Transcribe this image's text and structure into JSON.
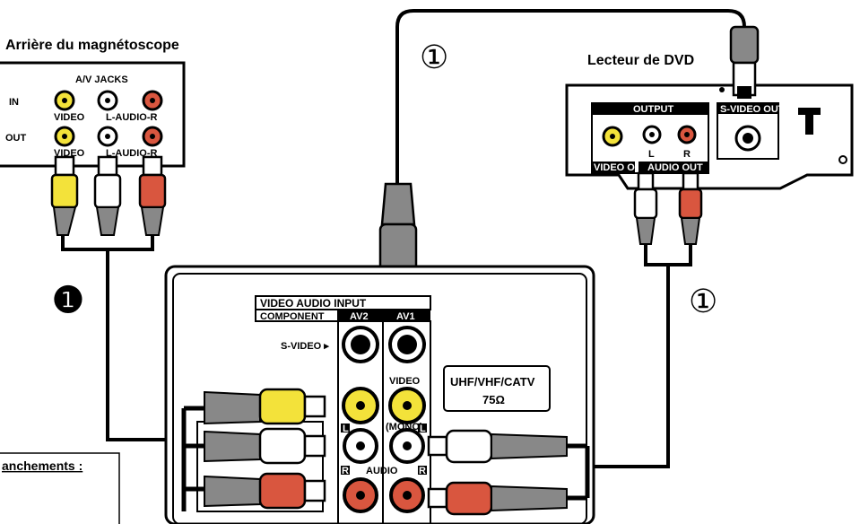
{
  "vcr": {
    "title": "Arrière du magnétoscope",
    "panel_title": "A/V JACKS",
    "in_label": "IN",
    "out_label": "OUT",
    "video_label_in": "VIDEO",
    "audio_label_in": "L-AUDIO-R",
    "video_label_out": "VIDEO",
    "audio_label_out": "L-AUDIO-R"
  },
  "dvd": {
    "title": "Lecteur de DVD",
    "output_label": "OUTPUT",
    "svideo_out_label": "S-VIDEO OUT",
    "video_out_label": "VIDEO OUT",
    "audio_out_label": "AUDIO OUT",
    "l_label": "L",
    "r_label": "R"
  },
  "tv": {
    "input_title": "VIDEO AUDIO INPUT",
    "component_label": "COMPONENT",
    "av2_label": "AV2",
    "av1_label": "AV1",
    "svideo_label": "S-VIDEO ▸",
    "video_label": "VIDEO",
    "audio_label": "AUDIO",
    "mono_label": "(MONO)",
    "l_label": "L",
    "r_label": "R",
    "antenna_label_line1": "UHF/VHF/CATV",
    "antenna_label_line2": "75Ω"
  },
  "markers": {
    "step_one_outline_top": "①",
    "step_one_outline_right": "①",
    "step_one_filled": "❶"
  },
  "note": {
    "text": "anchements :"
  },
  "colors": {
    "yellow": "#f3e23a",
    "white": "#ffffff",
    "red": "#d9563f",
    "line": "#000000"
  }
}
